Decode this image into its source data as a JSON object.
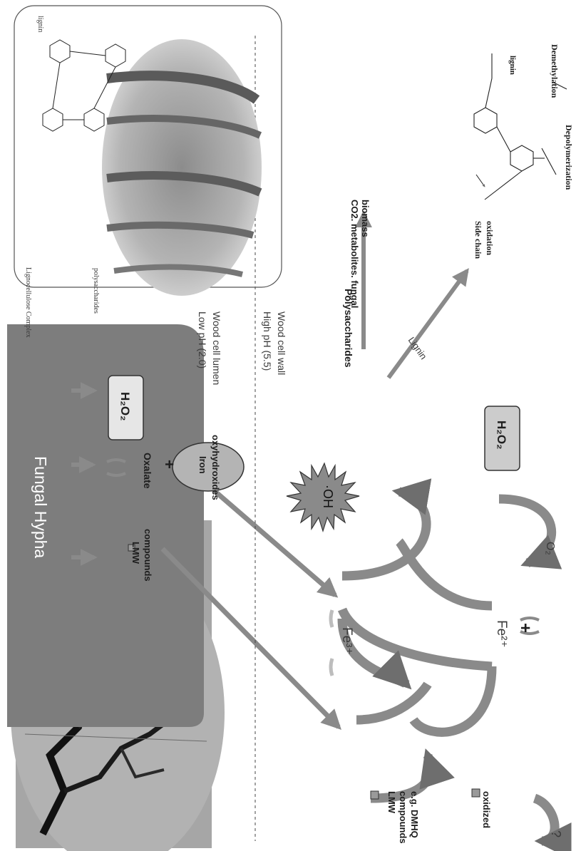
{
  "hypha": {
    "label": "Fungal Hypha"
  },
  "h2o2_label": "H₂O₂",
  "oxalate": {
    "label": "Oxalate",
    "plus": "+"
  },
  "iron": {
    "label_line1": "Iron",
    "label_line2": "oxyhydroxides"
  },
  "lmw_top": {
    "label_line1": "LMW",
    "label_line2": "compounds"
  },
  "zones": {
    "low_line1": "Low pH (2.0)",
    "low_line2": "Wood cell lumen",
    "high_line1": "High pH (5.5)",
    "high_line2": "Wood cell wall"
  },
  "cycle": {
    "fe3": "Fe³⁺",
    "fe2": "Fe²⁺",
    "plus": "+",
    "lmw_line1": "LMW",
    "lmw_line2": "compounds",
    "lmw_line3": "e.g. DMHQ",
    "oxidized": "oxidized",
    "question": "?",
    "o2": "O₂",
    "hydroxyl": "·OH"
  },
  "products": {
    "polysaccharides": "Polysaccharides",
    "lignin": "Lignin",
    "co2_line1": "CO2. metabolites. fungal",
    "co2_line2": "biomass"
  },
  "inset": {
    "complex": "Lignocellulose Complex",
    "polysaccharides": "polysaccharides",
    "lignin": "lignin"
  },
  "chem": {
    "lignin": "lignin",
    "demethylation": "Demethylation",
    "depolymerization": "Depolymerization",
    "side_chain_1": "Side chain",
    "side_chain_2": "oxidation"
  },
  "colors": {
    "arrow": "#8a8a8a",
    "box_fill": "#e6e6e6",
    "ellipse_fill": "#b4b4b4"
  }
}
